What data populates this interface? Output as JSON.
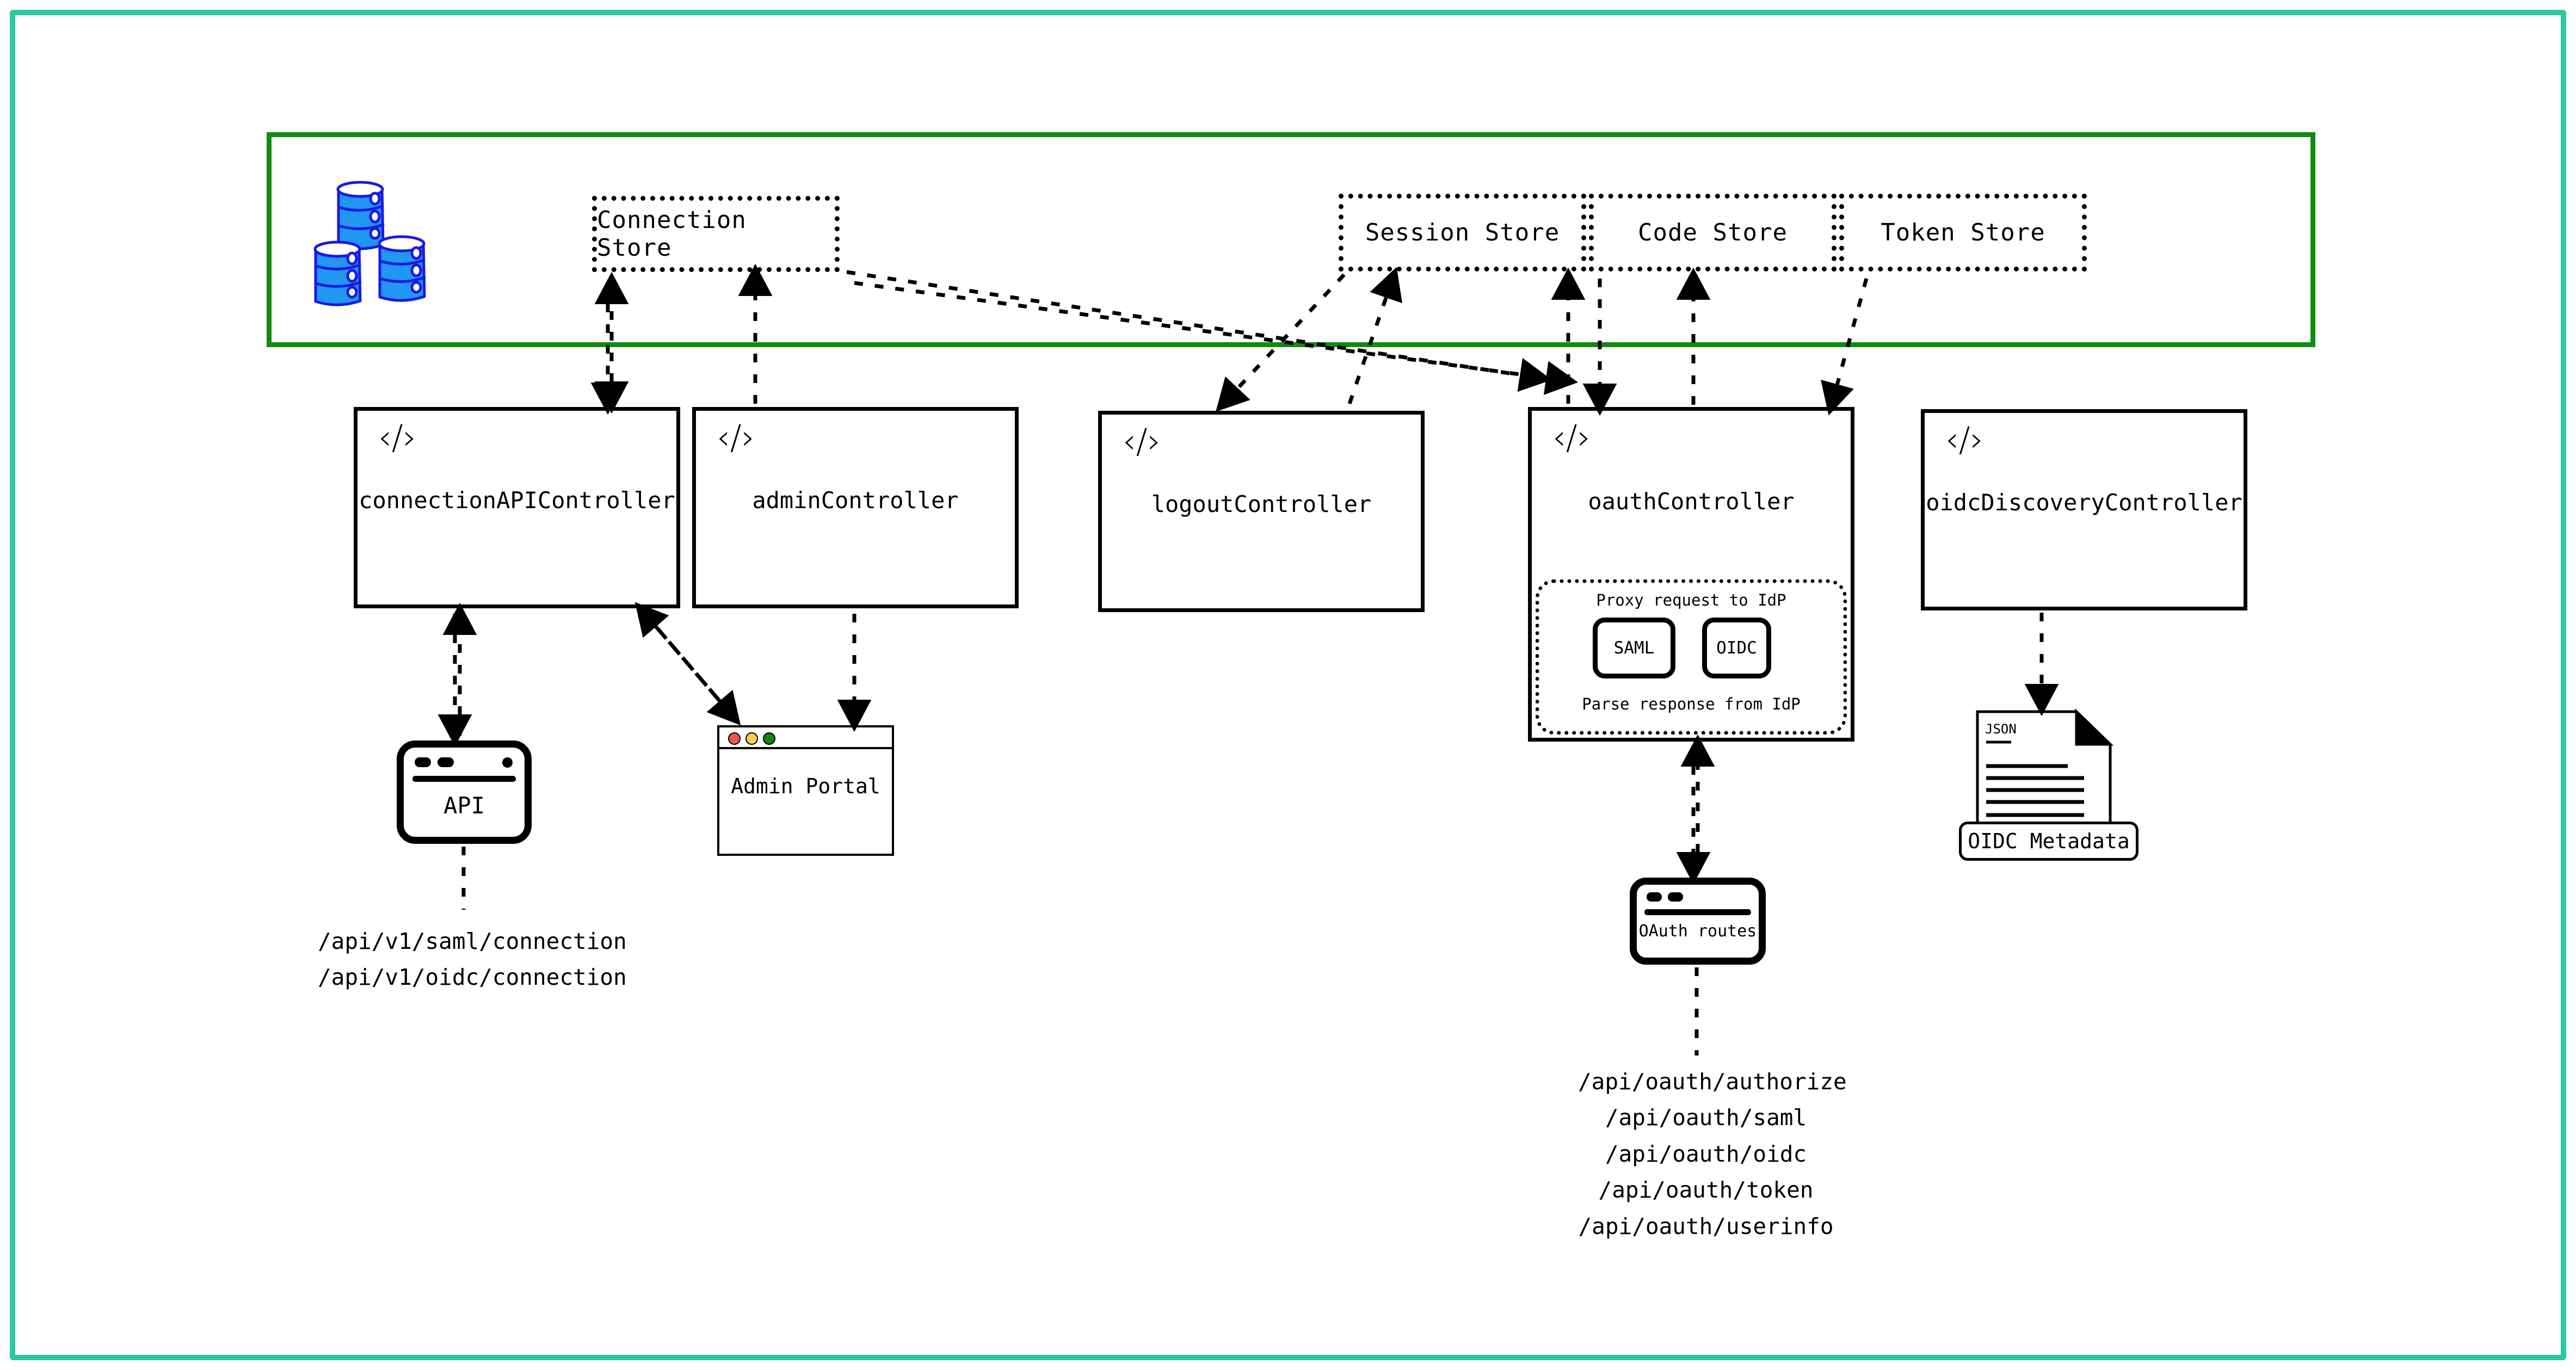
{
  "frame": {
    "outer_color": "#2ec6a3",
    "store_container_color": "#128a12"
  },
  "stores": {
    "db_icon": "database-stack-icon",
    "items": [
      {
        "id": "connection",
        "label": "Connection Store"
      },
      {
        "id": "session",
        "label": "Session Store"
      },
      {
        "id": "code",
        "label": "Code Store"
      },
      {
        "id": "token",
        "label": "Token Store"
      }
    ]
  },
  "controllers": [
    {
      "id": "connection",
      "label": "connectionAPIController",
      "icon": "code-tag-icon"
    },
    {
      "id": "admin",
      "label": "adminController",
      "icon": "code-tag-icon"
    },
    {
      "id": "logout",
      "label": "logoutController",
      "icon": "code-tag-icon"
    },
    {
      "id": "oauth",
      "label": "oauthController",
      "icon": "code-tag-icon"
    },
    {
      "id": "oidc",
      "label": "oidcDiscoveryController",
      "icon": "code-tag-icon"
    }
  ],
  "proxy": {
    "top_caption": "Proxy request to IdP",
    "bottom_caption": "Parse response from IdP",
    "protocols": [
      {
        "id": "saml",
        "label": "SAML"
      },
      {
        "id": "oidc",
        "label": "OIDC"
      }
    ]
  },
  "clients": {
    "api": {
      "label": "API"
    },
    "admin_portal": {
      "label": "Admin Portal",
      "traffic_lights": [
        {
          "name": "close",
          "color": "#ef5350"
        },
        {
          "name": "minimize",
          "color": "#f5d04e"
        },
        {
          "name": "maximize",
          "color": "#168216"
        }
      ]
    },
    "oauth_routes": {
      "label": "OAuth routes"
    },
    "oidc_metadata": {
      "label": "OIDC Metadata",
      "doc_type": "JSON"
    }
  },
  "endpoints": {
    "connection_api": [
      "/api/v1/saml/connection",
      "/api/v1/oidc/connection"
    ],
    "oauth": [
      "/api/oauth/authorize",
      "/api/oauth/saml",
      "/api/oauth/oidc",
      "/api/oauth/token",
      "/api/oauth/userinfo"
    ]
  },
  "icons": {
    "code_tag": "‹/›"
  }
}
